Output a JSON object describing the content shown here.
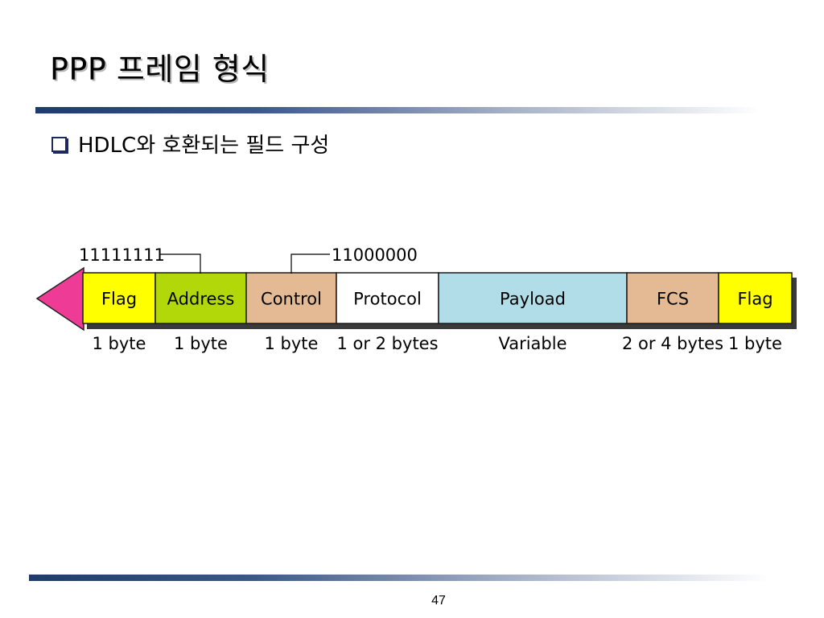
{
  "slide": {
    "title": "PPP 프레임 형식",
    "bullet": "HDLC와 호환되는 필드 구성",
    "page_number": "47"
  },
  "frame": {
    "fields": [
      {
        "label": "Flag",
        "size": "1 byte",
        "color": "#ffff00"
      },
      {
        "label": "Address",
        "size": "1 byte",
        "color": "#b2d80a"
      },
      {
        "label": "Control",
        "size": "1 byte",
        "color": "#e3ba94"
      },
      {
        "label": "Protocol",
        "size": "1 or 2 bytes",
        "color": "#ffffff"
      },
      {
        "label": "Payload",
        "size": "Variable",
        "color": "#b1dde8"
      },
      {
        "label": "FCS",
        "size": "2 or 4 bytes",
        "color": "#e3ba94"
      },
      {
        "label": "Flag",
        "size": "1 byte",
        "color": "#ffff00"
      }
    ],
    "address_value": "11111111",
    "control_value": "11000000",
    "arrow_color": "#ee3c96"
  }
}
